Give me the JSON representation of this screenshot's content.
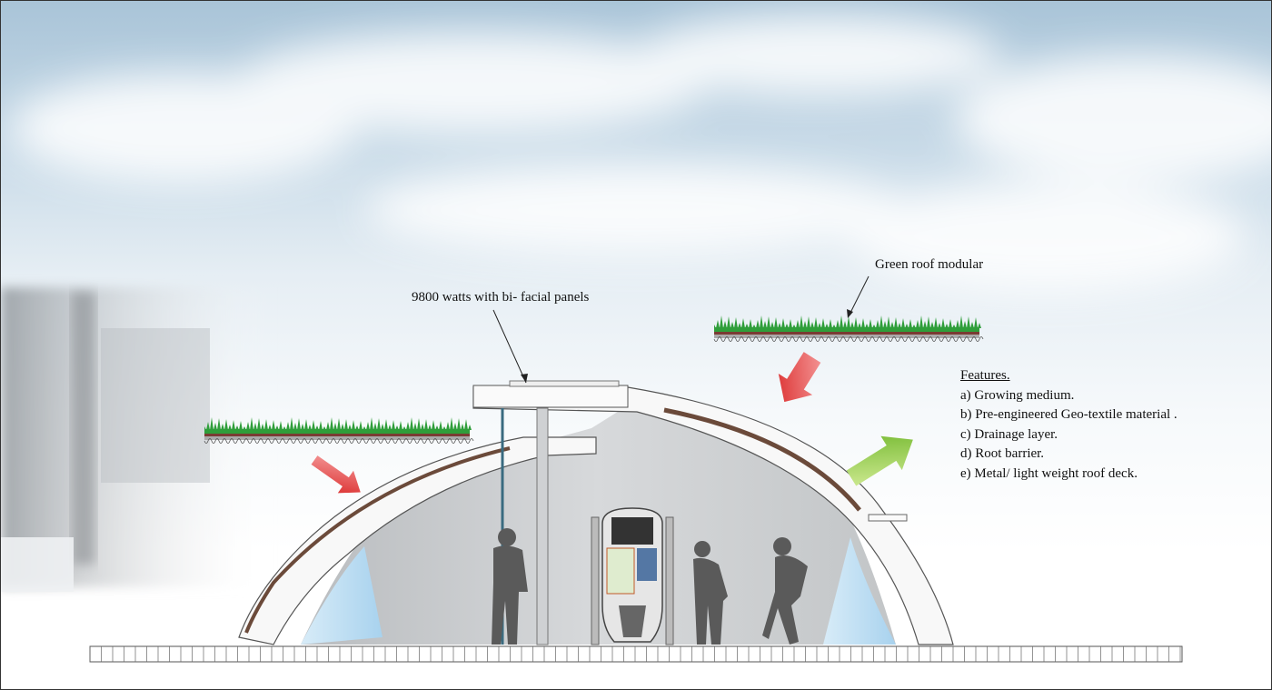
{
  "labels": {
    "solar": "9800 watts with bi- facial panels",
    "green_roof": "Green roof modular"
  },
  "features": {
    "title": "Features.",
    "items": [
      "a) Growing medium.",
      "b) Pre-engineered Geo-textile material .",
      "c) Drainage layer.",
      "d) Root barrier.",
      "e) Metal/ light weight roof deck."
    ]
  },
  "colors": {
    "grass": "#2f9e3a",
    "arrow_heat": "#e0393c",
    "arrow_cool": "#8cc63f"
  }
}
